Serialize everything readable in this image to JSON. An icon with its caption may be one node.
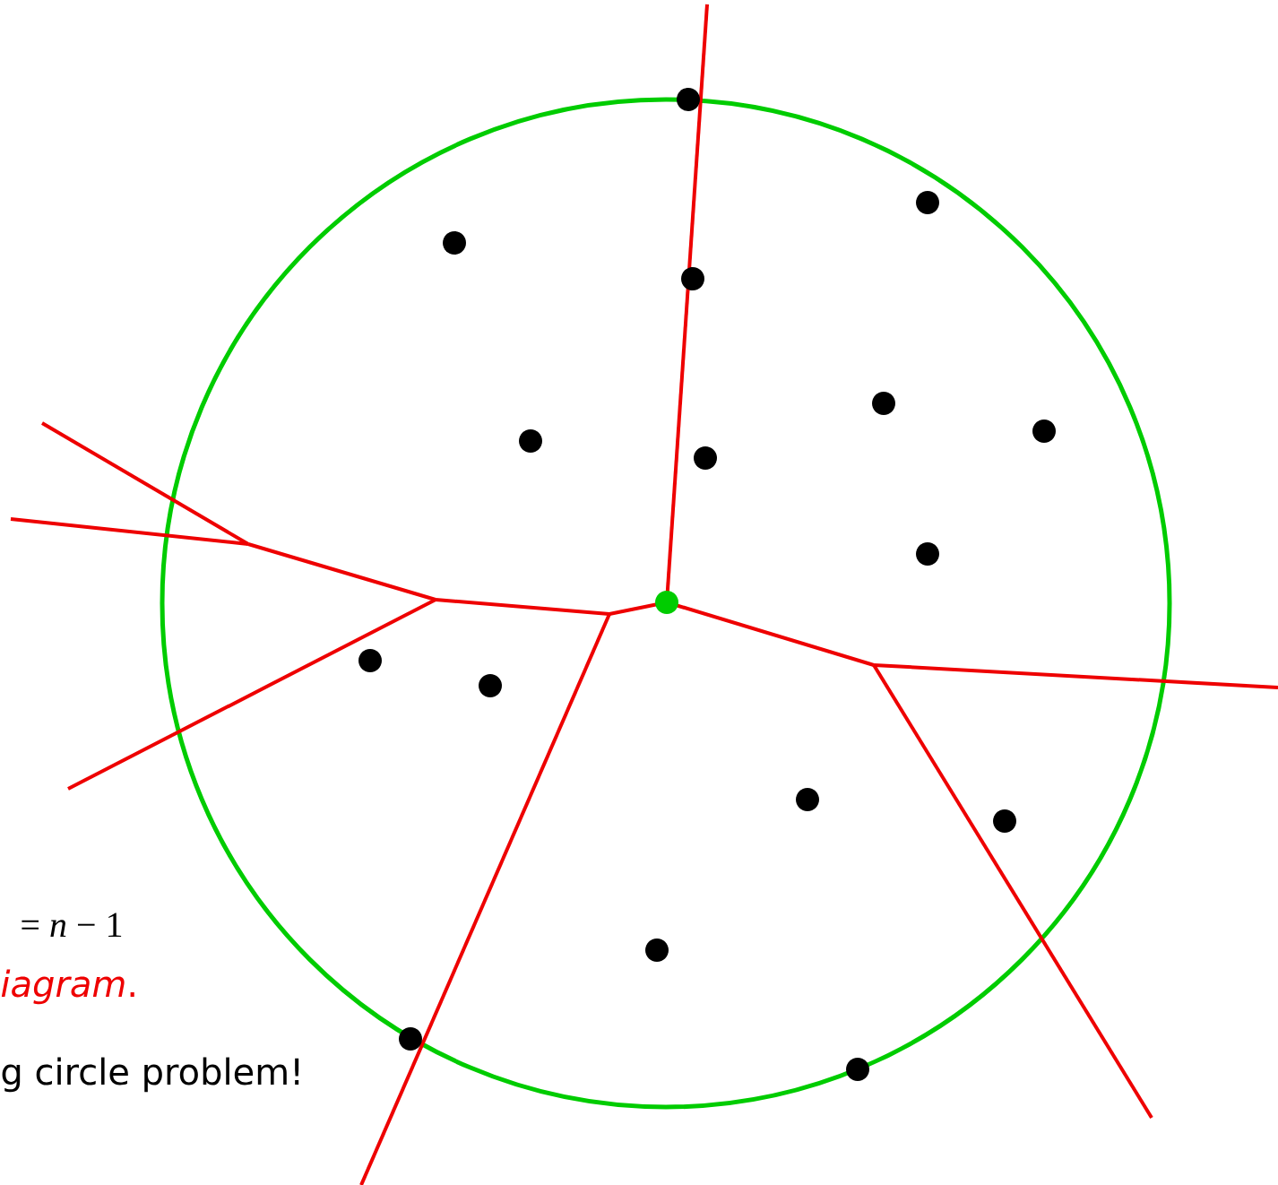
{
  "diagram": {
    "labels": [
      "= *n* − 1",
      "*iagram*.",
      "g circle problem!"
    ]
  }
}
